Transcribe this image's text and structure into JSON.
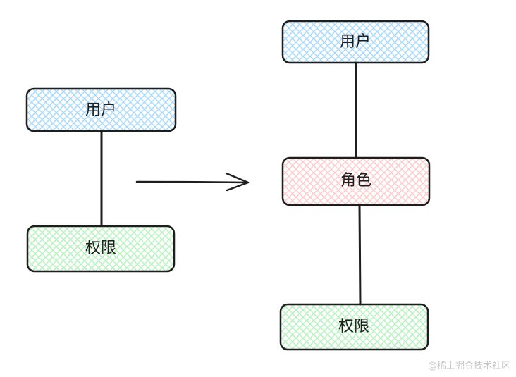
{
  "diagram": {
    "before": {
      "user_label": "用户",
      "permission_label": "权限"
    },
    "after": {
      "user_label": "用户",
      "role_label": "角色",
      "permission_label": "权限"
    }
  },
  "watermark": "@稀土掘金技术社区",
  "colors": {
    "user_fill": "#a5d8ff",
    "role_fill": "#ffc9c9",
    "permission_fill": "#b2f2bb",
    "stroke": "#1e1e1e"
  }
}
